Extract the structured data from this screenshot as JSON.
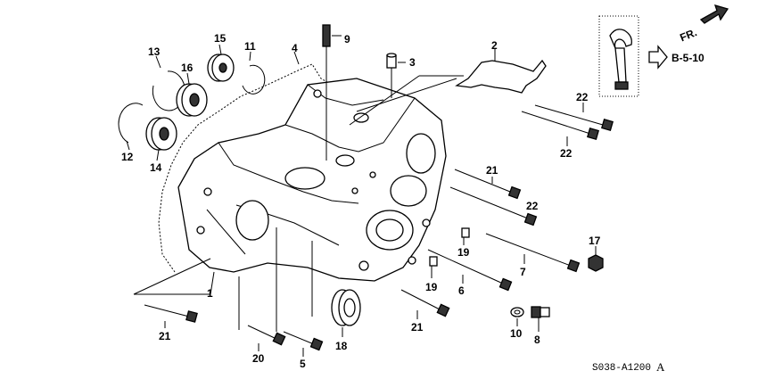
{
  "callouts": {
    "c1": "1",
    "c2": "2",
    "c3": "3",
    "c4": "4",
    "c5": "5",
    "c6": "6",
    "c7": "7",
    "c8": "8",
    "c9": "9",
    "c10": "10",
    "c11": "11",
    "c12": "12",
    "c13": "13",
    "c14": "14",
    "c15": "15",
    "c16": "16",
    "c17": "17",
    "c18": "18",
    "c19a": "19",
    "c19b": "19",
    "c20": "20",
    "c21a": "21",
    "c21b": "21",
    "c21c": "21",
    "c22a": "22",
    "c22b": "22",
    "c22c": "22"
  },
  "orientation": {
    "label": "FR."
  },
  "reference": {
    "label": "B-5-10"
  },
  "diagram_code": {
    "code": "S038-A1200",
    "revision": "A"
  }
}
